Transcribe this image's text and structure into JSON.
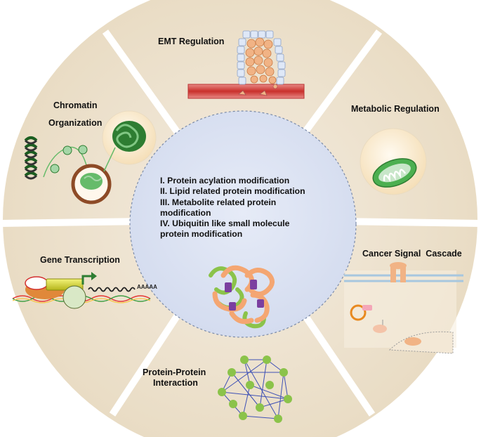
{
  "segments": {
    "emt": "EMT Regulation",
    "metabolic": "Metabolic Regulation",
    "chromatin_line1": "Chromatin",
    "chromatin_line2": "Organization",
    "gene": "Gene Transcription",
    "cancer": "Cancer Signal  Cascade",
    "ppi_line1": "Protein-Protein",
    "ppi_line2": "Interaction"
  },
  "center": {
    "items": [
      "I. Protein acylation modification",
      "II. Lipid related protein modification",
      "III. Metabolite related protein",
      "modification",
      "IV. Ubiquitin like small molecule",
      "protein modification"
    ]
  },
  "gene_tail_text": "AAAAA",
  "colors": {
    "outer_ring": "#ede2cd",
    "divider": "#ffffff",
    "center_fill": "#dde3f2",
    "center_border": "#7a8aa8",
    "vessel": "#d9534f",
    "mito": "#4caf50",
    "network_node": "#8bc34a",
    "network_edge": "#3f51b5",
    "protein_orange": "#f4a672",
    "protein_green": "#8bc34a"
  }
}
